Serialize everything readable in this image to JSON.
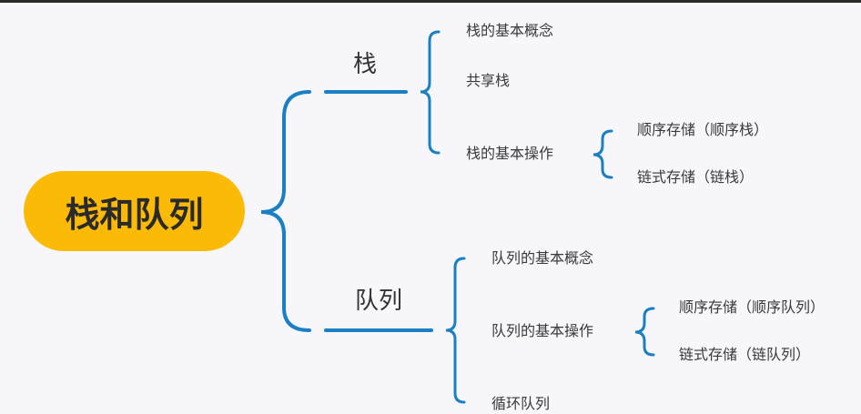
{
  "colors": {
    "root_fill": "#fbba06",
    "connector": "#1b7fc4",
    "top_bar": "#2b2b2b"
  },
  "root": {
    "label": "栈和队列"
  },
  "branches": [
    {
      "label": "栈",
      "children": [
        {
          "label": "栈的基本概念"
        },
        {
          "label": "共享栈"
        },
        {
          "label": "栈的基本操作",
          "children": [
            {
              "label": "顺序存储（顺序栈）"
            },
            {
              "label": "链式存储（链栈）"
            }
          ]
        }
      ]
    },
    {
      "label": "队列",
      "children": [
        {
          "label": "队列的基本概念"
        },
        {
          "label": "队列的基本操作",
          "children": [
            {
              "label": "顺序存储（顺序队列）"
            },
            {
              "label": "链式存储（链队列）"
            }
          ]
        },
        {
          "label": "循环队列"
        }
      ]
    }
  ]
}
